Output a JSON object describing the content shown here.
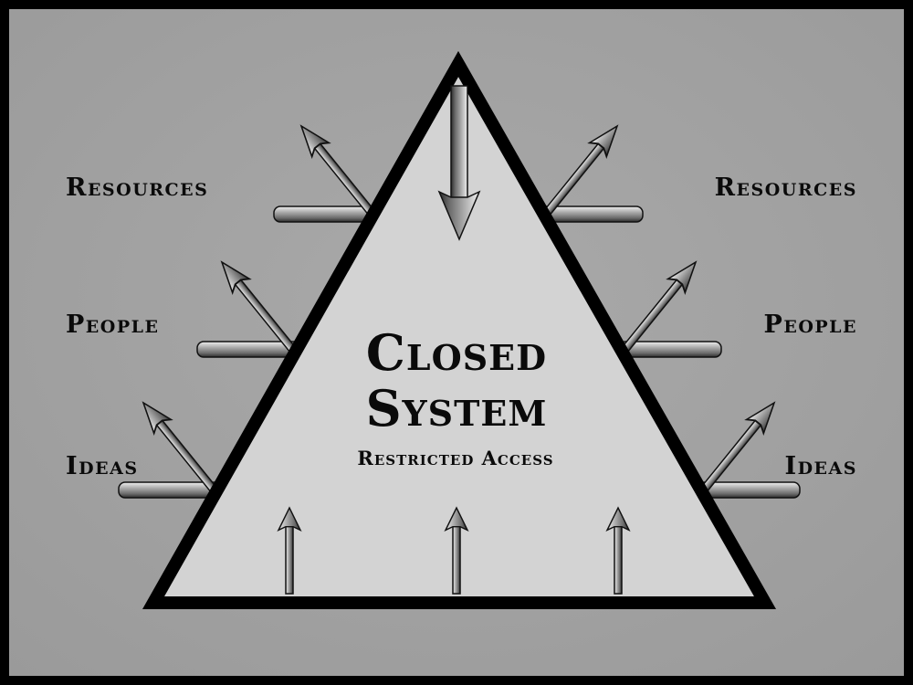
{
  "diagram": {
    "title_line1": "Closed",
    "title_line2": "System",
    "subtitle": "Restricted Access",
    "left_labels": [
      "Resources",
      "People",
      "Ideas"
    ],
    "right_labels": [
      "Resources",
      "People",
      "Ideas"
    ]
  },
  "colors": {
    "frame": "#000000",
    "background": "#a3a3a3",
    "triangle_fill": "#d3d3d3",
    "triangle_stroke": "#000000",
    "arrow": "#7e7e7e"
  }
}
